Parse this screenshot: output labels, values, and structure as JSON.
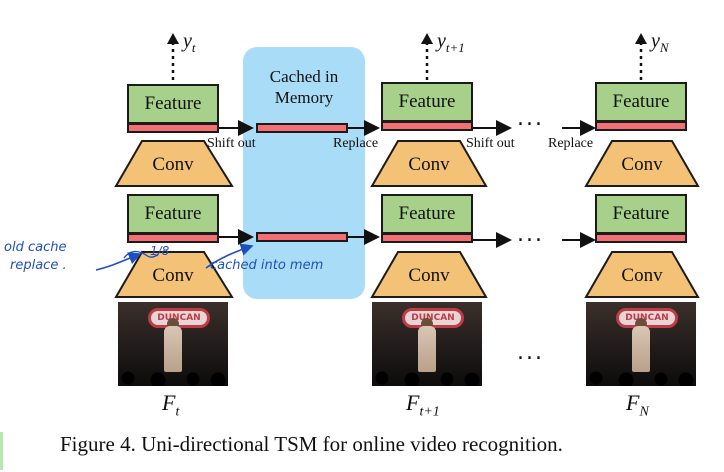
{
  "cache": {
    "title_line1": "Cached in",
    "title_line2": "Memory"
  },
  "columns": [
    {
      "y_main": "y",
      "y_sub": "t",
      "f_main": "F",
      "f_sub": "t"
    },
    {
      "y_main": "y",
      "y_sub": "t+1",
      "f_main": "F",
      "f_sub": "t+1"
    },
    {
      "y_main": "y",
      "y_sub": "N",
      "f_main": "F",
      "f_sub": "N"
    }
  ],
  "blocks": {
    "feature_label": "Feature",
    "conv_label": "Conv"
  },
  "arrows": {
    "shift_out": "Shift out",
    "replace": "Replace"
  },
  "ellipsis": "...",
  "frame_sign": "DUNCAN",
  "annotations": {
    "old_cache_line1": "old cache",
    "old_cache_line2": "replace .",
    "fraction": "1/8",
    "cached_into_mem": "cached into mem"
  },
  "caption": "Figure 4. Uni-directional TSM for online video recognition.",
  "colors": {
    "feature": "#a7d08a",
    "red_bar": "#f26f73",
    "conv": "#f3c276",
    "cache": "#a9dcf7",
    "handwriting": "#1f4fbf"
  }
}
